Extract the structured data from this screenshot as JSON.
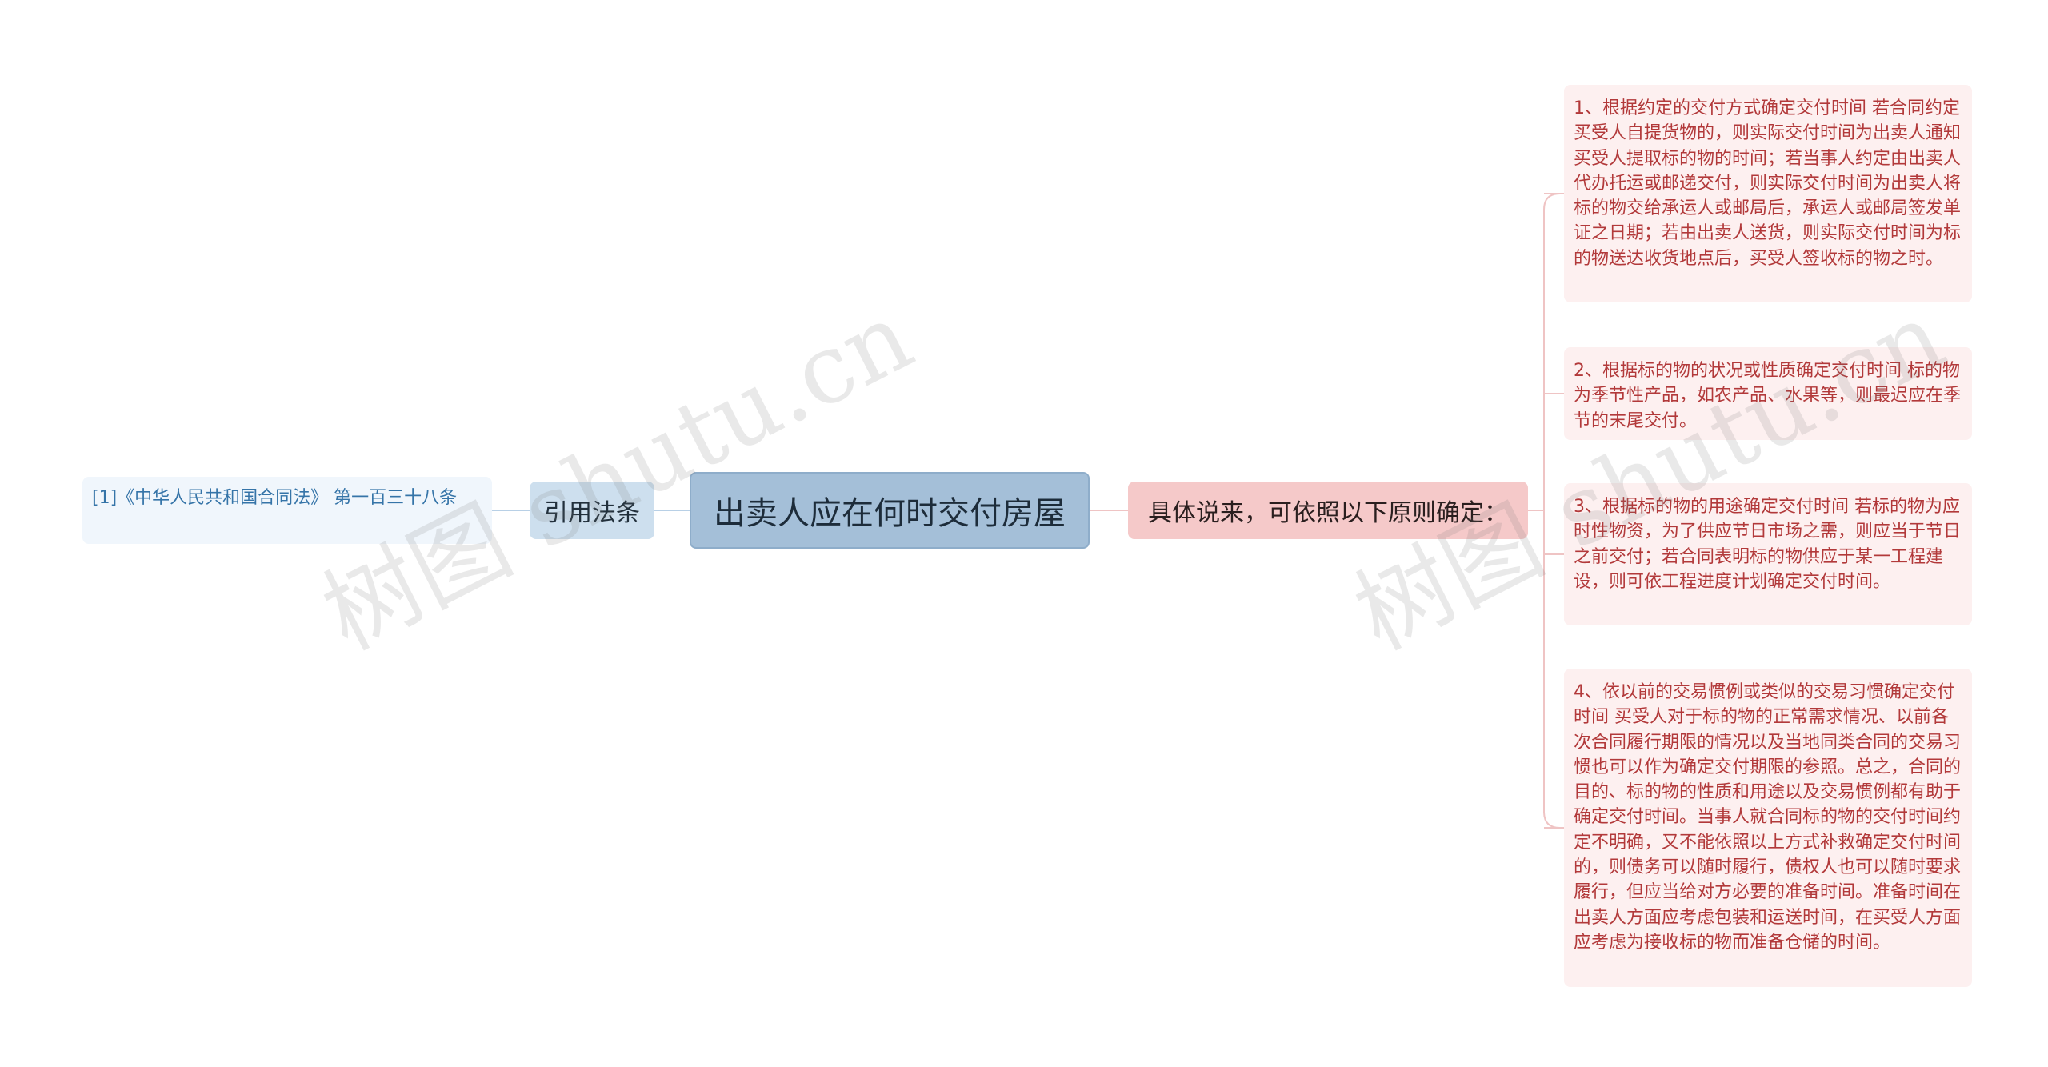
{
  "mindmap": {
    "center": {
      "label": "出卖人应在何时交付房屋"
    },
    "left": {
      "label": "引用法条",
      "children": [
        {
          "label": "[1]《中华人民共和国合同法》 第一百三十八条"
        }
      ]
    },
    "right": {
      "label": "具体说来，可依照以下原则确定：",
      "children": [
        {
          "label": "1、根据约定的交付方式确定交付时间    若合同约定买受人自提货物的，则实际交付时间为出卖人通知买受人提取标的物的时间；若当事人约定由出卖人代办托运或邮递交付，则实际交付时间为出卖人将标的物交给承运人或邮局后，承运人或邮局签发单证之日期；若由出卖人送货，则实际交付时间为标的物送达收货地点后，买受人签收标的物之时。"
        },
        {
          "label": "2、根据标的物的状况或性质确定交付时间    标的物为季节性产品，如农产品、水果等，则最迟应在季节的末尾交付。"
        },
        {
          "label": "3、根据标的物的用途确定交付时间    若标的物为应时性物资，为了供应节日市场之需，则应当于节日之前交付；若合同表明标的物供应于某一工程建设，则可依工程进度计划确定交付时间。"
        },
        {
          "label": "4、依以前的交易惯例或类似的交易习惯确定交付时间    买受人对于标的物的正常需求情况、以前各次合同履行期限的情况以及当地同类合同的交易习惯也可以作为确定交付期限的参照。总之，合同的目的、标的物的性质和用途以及交易惯例都有助于确定交付时间。当事人就合同标的物的交付时间约定不明确，又不能依照以上方式补救确定交付时间的，则债务可以随时履行，债权人也可以随时要求履行，但应当给对方必要的准备时间。准备时间在出卖人方面应考虑包装和运送时间，在买受人方面应考虑为接收标的物而准备仓储的时间。"
        }
      ]
    }
  },
  "watermark": {
    "text": "树图 shutu.cn"
  },
  "colors": {
    "center_fill": "#a4bfd8",
    "left_branch_fill": "#cddfee",
    "right_branch_fill": "#f5c9c9",
    "leaf_fill": "#fdf0f0",
    "leaf_text": "#b2393a",
    "link_blue": "#b8d0e6",
    "link_pink": "#efc4c4"
  }
}
